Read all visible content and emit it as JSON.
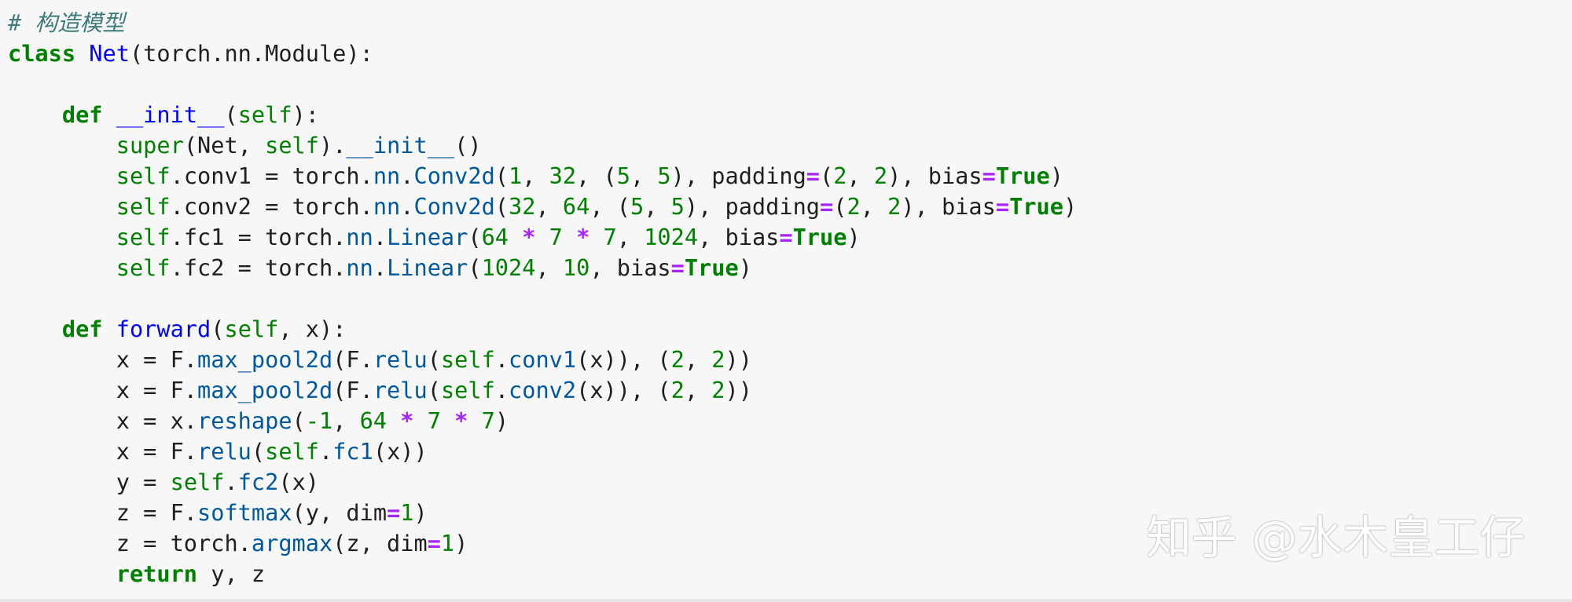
{
  "code": {
    "comment": "# 构造模型",
    "class_kw": "class",
    "class_name": "Net",
    "class_base": "(torch.nn.Module):",
    "init_def_kw": "def",
    "init_name": "__init__",
    "init_sig": "(self):",
    "super_call": "super",
    "super_rest_a": "(Net, ",
    "self_kw": "self",
    "super_rest_b": ").",
    "super_init": "__init__",
    "super_rest_c": "()",
    "conv1_self": "self",
    "conv1_mid": ".conv1 = torch.",
    "conv1_nn": "nn",
    "conv1_dot": ".",
    "conv1_cls": "Conv2d",
    "conv1_args_a": "(",
    "conv1_n1": "1",
    "conv1_c1": ", ",
    "conv1_n2": "32",
    "conv1_c2": ", (",
    "conv1_n3": "5",
    "conv1_c3": ", ",
    "conv1_n4": "5",
    "conv1_c4": "), padding",
    "conv1_eq1": "=",
    "conv1_c5": "(",
    "conv1_n5": "2",
    "conv1_c6": ", ",
    "conv1_n6": "2",
    "conv1_c7": "), bias",
    "conv1_eq2": "=",
    "conv1_true": "True",
    "conv1_end": ")",
    "conv2_self": "self",
    "conv2_mid": ".conv2 = torch.",
    "conv2_nn": "nn",
    "conv2_dot": ".",
    "conv2_cls": "Conv2d",
    "conv2_args_a": "(",
    "conv2_n1": "32",
    "conv2_c1": ", ",
    "conv2_n2": "64",
    "conv2_c2": ", (",
    "conv2_n3": "5",
    "conv2_c3": ", ",
    "conv2_n4": "5",
    "conv2_c4": "), padding",
    "conv2_eq1": "=",
    "conv2_c5": "(",
    "conv2_n5": "2",
    "conv2_c6": ", ",
    "conv2_n6": "2",
    "conv2_c7": "), bias",
    "conv2_eq2": "=",
    "conv2_true": "True",
    "conv2_end": ")",
    "fc1_self": "self",
    "fc1_mid": ".fc1 = torch.",
    "fc1_nn": "nn",
    "fc1_dot": ".",
    "fc1_cls": "Linear",
    "fc1_a": "(",
    "fc1_n1": "64",
    "fc1_sp1": " ",
    "fc1_op1": "*",
    "fc1_sp2": " ",
    "fc1_n2": "7",
    "fc1_sp3": " ",
    "fc1_op2": "*",
    "fc1_sp4": " ",
    "fc1_n3": "7",
    "fc1_c1": ", ",
    "fc1_n4": "1024",
    "fc1_c2": ", bias",
    "fc1_eq": "=",
    "fc1_true": "True",
    "fc1_end": ")",
    "fc2_self": "self",
    "fc2_mid": ".fc2 = torch.",
    "fc2_nn": "nn",
    "fc2_dot": ".",
    "fc2_cls": "Linear",
    "fc2_a": "(",
    "fc2_n1": "1024",
    "fc2_c1": ", ",
    "fc2_n2": "10",
    "fc2_c2": ", bias",
    "fc2_eq": "=",
    "fc2_true": "True",
    "fc2_end": ")",
    "fwd_def_kw": "def",
    "fwd_name": "forward",
    "fwd_sig_a": "(",
    "fwd_self": "self",
    "fwd_sig_b": ", x):",
    "l1_a": "x = F.",
    "l1_fn": "max_pool2d",
    "l1_b": "(F.",
    "l1_relu": "relu",
    "l1_c": "(",
    "l1_self": "self",
    "l1_d": ".",
    "l1_conv": "conv1",
    "l1_e": "(x)), (",
    "l1_n1": "2",
    "l1_f": ", ",
    "l1_n2": "2",
    "l1_g": "))",
    "l2_a": "x = F.",
    "l2_fn": "max_pool2d",
    "l2_b": "(F.",
    "l2_relu": "relu",
    "l2_c": "(",
    "l2_self": "self",
    "l2_d": ".",
    "l2_conv": "conv2",
    "l2_e": "(x)), (",
    "l2_n1": "2",
    "l2_f": ", ",
    "l2_n2": "2",
    "l2_g": "))",
    "l3_a": "x = x.",
    "l3_fn": "reshape",
    "l3_b": "(",
    "l3_n1": "-1",
    "l3_c": ", ",
    "l3_n2": "64",
    "l3_sp1": " ",
    "l3_op1": "*",
    "l3_sp2": " ",
    "l3_n3": "7",
    "l3_sp3": " ",
    "l3_op2": "*",
    "l3_sp4": " ",
    "l3_n4": "7",
    "l3_d": ")",
    "l4_a": "x = F.",
    "l4_fn": "relu",
    "l4_b": "(",
    "l4_self": "self",
    "l4_c": ".",
    "l4_fc": "fc1",
    "l4_d": "(x))",
    "l5_a": "y = ",
    "l5_self": "self",
    "l5_b": ".",
    "l5_fc": "fc2",
    "l5_c": "(x)",
    "l6_a": "z = F.",
    "l6_fn": "softmax",
    "l6_b": "(y, dim",
    "l6_eq": "=",
    "l6_n": "1",
    "l6_c": ")",
    "l7_a": "z = torch.",
    "l7_fn": "argmax",
    "l7_b": "(z, dim",
    "l7_eq": "=",
    "l7_n": "1",
    "l7_c": ")",
    "ret_kw": "return",
    "ret_rest": " y, z"
  },
  "watermark": "知乎 @水木皇工仔",
  "colors": {
    "background": "#f7f7f7",
    "keyword": "#008000",
    "function_name": "#0000ff",
    "attribute": "#0058a0",
    "operator": "#aa22ff",
    "comment": "#3d7b7b"
  }
}
